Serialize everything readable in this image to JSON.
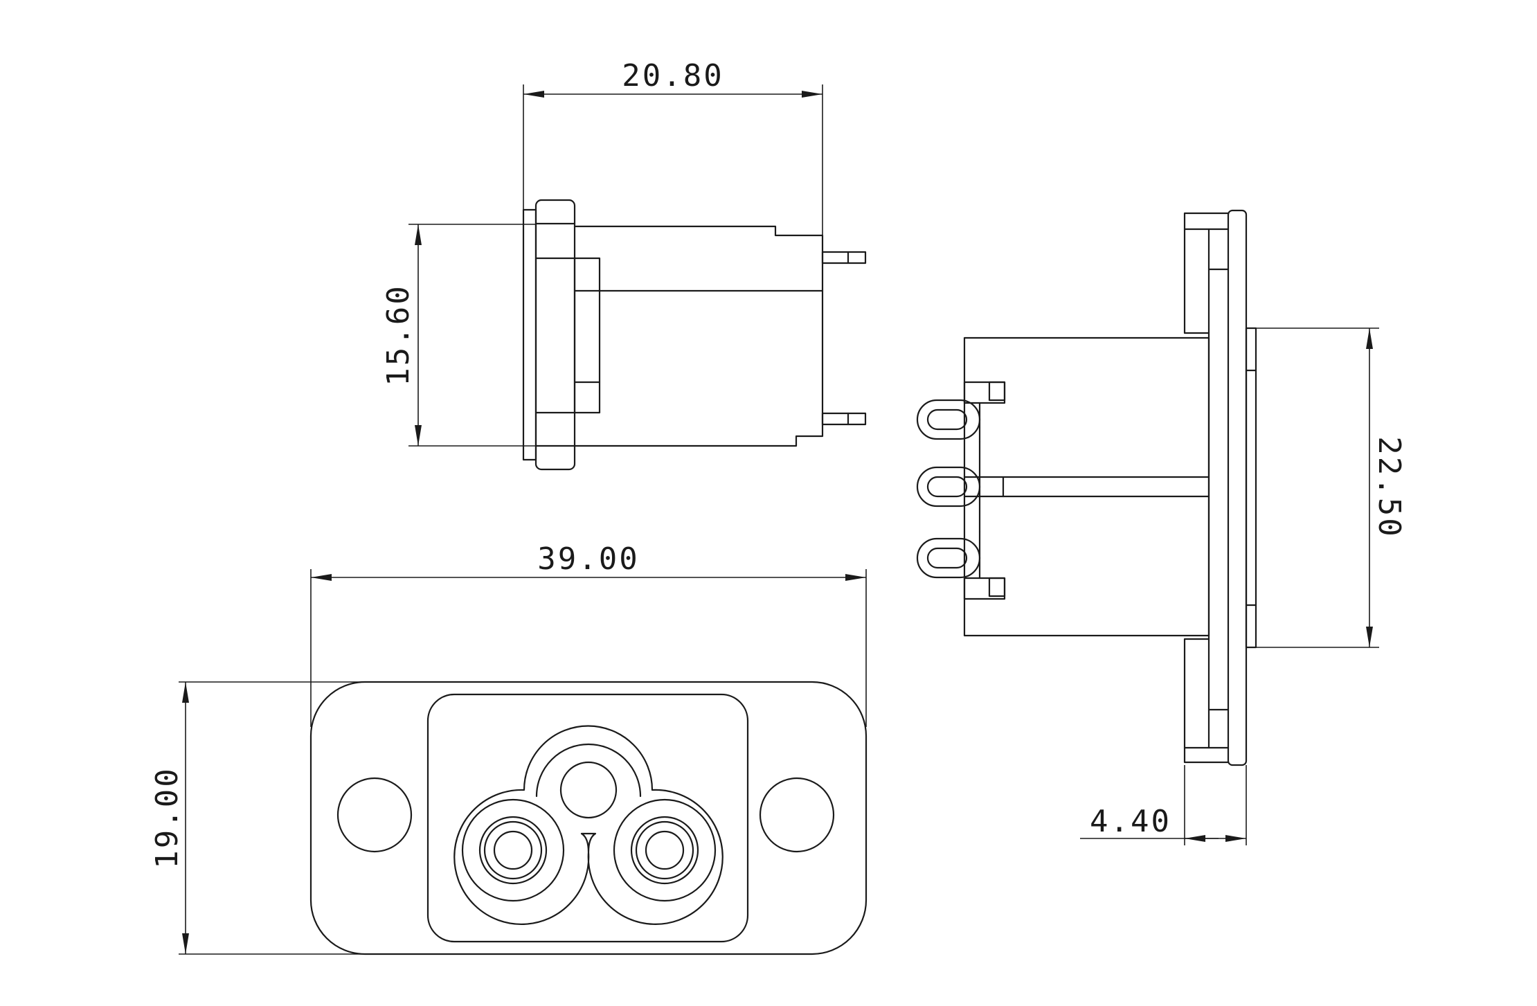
{
  "dimensions": {
    "top_width": "20.80",
    "top_height": "15.60",
    "front_width": "39.00",
    "front_height": "19.00",
    "side_height": "22.50",
    "side_thickness": "4.40"
  },
  "colors": {
    "line": "#1a1a1a",
    "background": "#ffffff"
  }
}
